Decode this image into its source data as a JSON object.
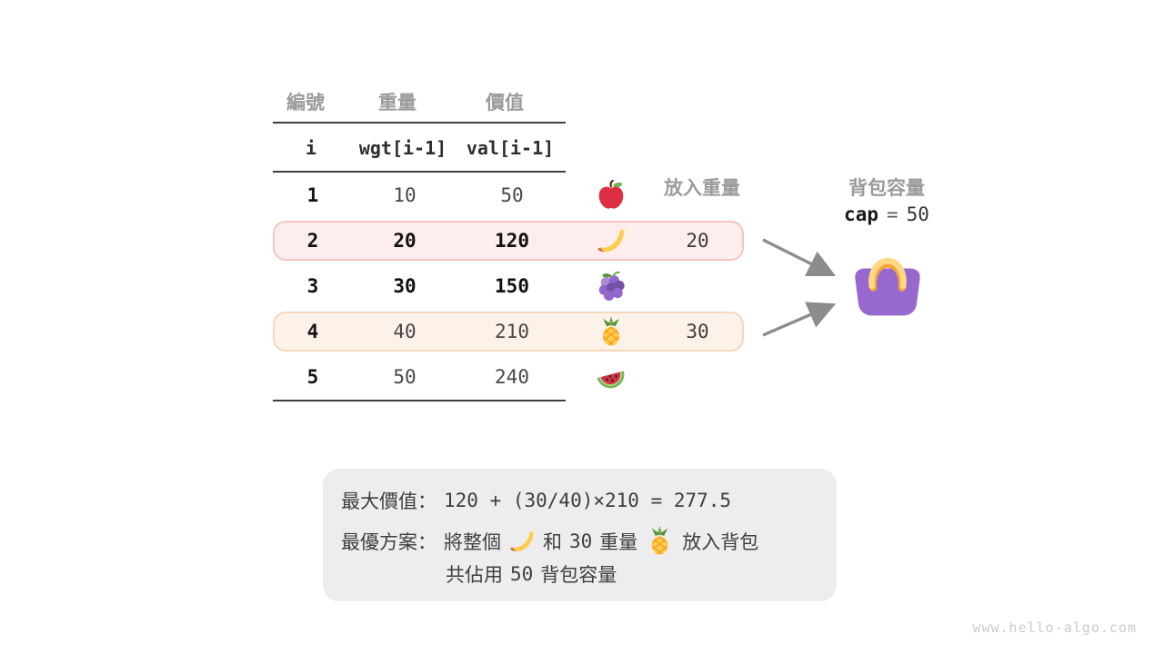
{
  "table": {
    "headers": {
      "col1": "編號",
      "col2": "重量",
      "col3": "價值"
    },
    "index_row": {
      "i": "i",
      "wgt": "wgt[i-1]",
      "val": "val[i-1]"
    },
    "rows": [
      {
        "i": "1",
        "wgt": "10",
        "val": "50",
        "fruit": "apple",
        "put_weight": "",
        "highlight": null,
        "emphasis": false
      },
      {
        "i": "2",
        "wgt": "20",
        "val": "120",
        "fruit": "banana",
        "put_weight": "20",
        "highlight": "pink",
        "emphasis": true
      },
      {
        "i": "3",
        "wgt": "30",
        "val": "150",
        "fruit": "grapes",
        "put_weight": "",
        "highlight": null,
        "emphasis": true
      },
      {
        "i": "4",
        "wgt": "40",
        "val": "210",
        "fruit": "pineapple",
        "put_weight": "30",
        "highlight": "peach",
        "emphasis": false
      },
      {
        "i": "5",
        "wgt": "50",
        "val": "240",
        "fruit": "watermelon",
        "put_weight": "",
        "highlight": null,
        "emphasis": false
      }
    ]
  },
  "labels": {
    "put_weight_header": "放入重量",
    "capacity_header": "背包容量",
    "cap_var": "cap",
    "cap_eq": "=",
    "cap_value": "50"
  },
  "summary": {
    "line1_label": "最大價值：",
    "line1_formula": "120 + (30/40)×210 = 277.5",
    "line2_label": "最優方案：",
    "line2_part1": "將整個",
    "line2_part2": "和",
    "line2_num": "30",
    "line2_part3": "重量",
    "line2_part4": "放入背包",
    "line3_part1": "共佔用",
    "line3_num": "50",
    "line3_part2": "背包容量"
  },
  "watermark": "www.hello-algo.com",
  "colors": {
    "highlight_pink_bg": "#fdeeed",
    "highlight_pink_border": "#f3c6c3",
    "highlight_peach_bg": "#fdf2e9",
    "highlight_peach_border": "#f5d7bd",
    "summary_box_bg": "#ededed",
    "header_gray": "#9b9b9b",
    "arrow_gray": "#8c8c8c",
    "bag_purple": "#9769cf",
    "bag_handle_yellow": "#ffd983",
    "table_line": "#3f3f3f"
  },
  "icons": {
    "fruits": [
      "apple-icon",
      "banana-icon",
      "grapes-icon",
      "pineapple-icon",
      "watermelon-icon"
    ],
    "bag": "handbag-icon",
    "arrows": [
      "arrow-to-bag-top",
      "arrow-to-bag-bottom"
    ]
  }
}
